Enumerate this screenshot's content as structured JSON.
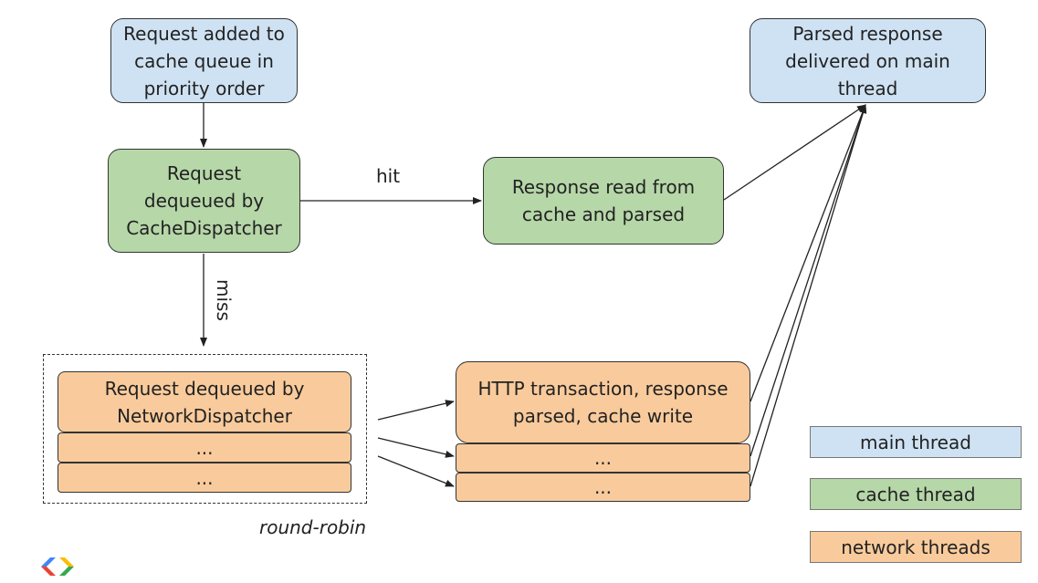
{
  "nodes": {
    "cache_queue": "Request added to cache queue in priority order",
    "cache_dequeue": "Request dequeued by CacheDispatcher",
    "cache_hit_response": "Response read from cache and parsed",
    "delivered": "Parsed response delivered on main thread",
    "network_dequeue": "Request dequeued by NetworkDispatcher",
    "network_dequeue_more_1": "...",
    "network_dequeue_more_2": "...",
    "http_transaction": "HTTP transaction, response parsed, cache write",
    "http_more_1": "...",
    "http_more_2": "..."
  },
  "edges": {
    "hit_label": "hit",
    "miss_label": "miss",
    "round_robin_label": "round-robin"
  },
  "legend": [
    {
      "label": "main thread",
      "color": "#cfe2f3"
    },
    {
      "label": "cache thread",
      "color": "#b6d7a8"
    },
    {
      "label": "network threads",
      "color": "#f9cb9c"
    }
  ],
  "logo": "google-developers-logo"
}
